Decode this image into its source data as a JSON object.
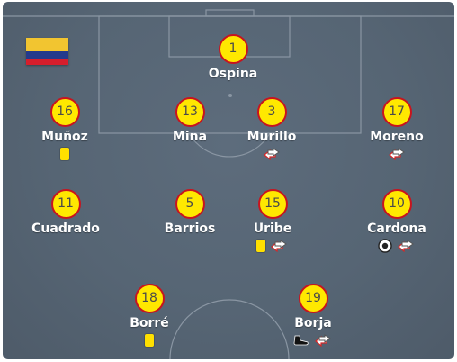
{
  "team": {
    "flag_colors": [
      "#f2c530",
      "#243a8c",
      "#d61e2c"
    ],
    "flag_icon": "colombia-flag-icon"
  },
  "colors": {
    "pitch": "#566574",
    "lines": "#8a96a3",
    "number_fill": "#ffe800",
    "number_ring": "#c8141e",
    "yellow_card": "#ffe000",
    "sub_out_arrow": "#d62828",
    "sub_in_arrow": "#ffffff"
  },
  "players": [
    {
      "number": "1",
      "name": "Ospina",
      "events": []
    },
    {
      "number": "16",
      "name": "Muñoz",
      "events": [
        "yellow-card"
      ]
    },
    {
      "number": "13",
      "name": "Mina",
      "events": []
    },
    {
      "number": "3",
      "name": "Murillo",
      "events": [
        "substitution"
      ]
    },
    {
      "number": "17",
      "name": "Moreno",
      "events": [
        "substitution"
      ]
    },
    {
      "number": "11",
      "name": "Cuadrado",
      "events": []
    },
    {
      "number": "5",
      "name": "Barrios",
      "events": []
    },
    {
      "number": "15",
      "name": "Uribe",
      "events": [
        "yellow-card",
        "substitution"
      ]
    },
    {
      "number": "10",
      "name": "Cardona",
      "events": [
        "goal",
        "substitution"
      ]
    },
    {
      "number": "18",
      "name": "Borré",
      "events": [
        "yellow-card"
      ]
    },
    {
      "number": "19",
      "name": "Borja",
      "events": [
        "boot",
        "substitution"
      ]
    }
  ]
}
